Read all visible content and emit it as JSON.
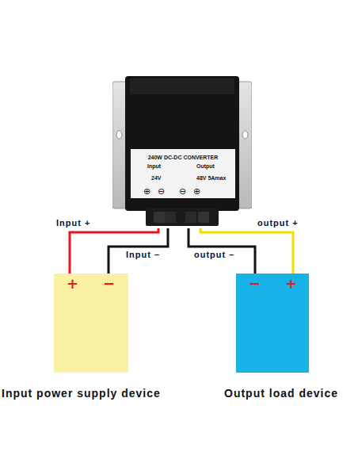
{
  "diagram": {
    "nodes": [
      {
        "text": [
          "240W DC-DC CONVERTER",
          "Input",
          "Output",
          "24V",
          "48V 5Amax"
        ]
      },
      {
        "text": [
          "+",
          "−",
          "Input power supply device"
        ]
      },
      {
        "text": [
          "−",
          "+",
          "Output load device"
        ]
      }
    ],
    "edges": [
      {
        "from": 1,
        "to": 0,
        "arrow": "none",
        "label": "Input +"
      },
      {
        "from": 1,
        "to": 0,
        "arrow": "none",
        "label": "Input –"
      },
      {
        "from": 0,
        "to": 2,
        "arrow": "none",
        "label": "output –"
      },
      {
        "from": 0,
        "to": 2,
        "arrow": "none",
        "label": "output +"
      }
    ],
    "labels": [
      "⊕",
      "⊖",
      "⊖",
      "⊕"
    ]
  }
}
